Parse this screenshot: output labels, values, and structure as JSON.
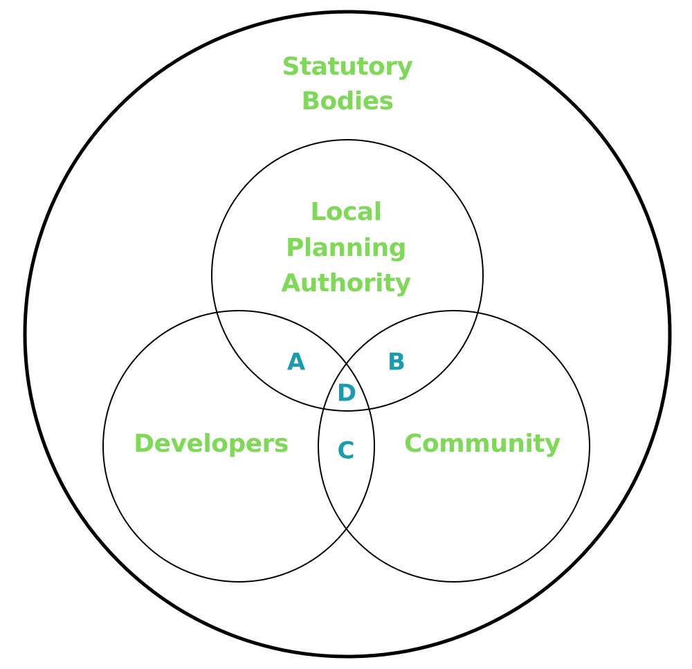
{
  "colors": {
    "set_label": "#7ed957",
    "region_label": "#1a9bb0",
    "stroke": "#000000",
    "background": "#ffffff"
  },
  "sets": {
    "statutory_bodies": {
      "line1": "Statutory",
      "line2": "Bodies"
    },
    "local_planning_authority": {
      "line1": "Local",
      "line2": "Planning",
      "line3": "Authority"
    },
    "developers": {
      "label": "Developers"
    },
    "community": {
      "label": "Community"
    }
  },
  "regions": {
    "a": "A",
    "b": "B",
    "c": "C",
    "d": "D"
  }
}
